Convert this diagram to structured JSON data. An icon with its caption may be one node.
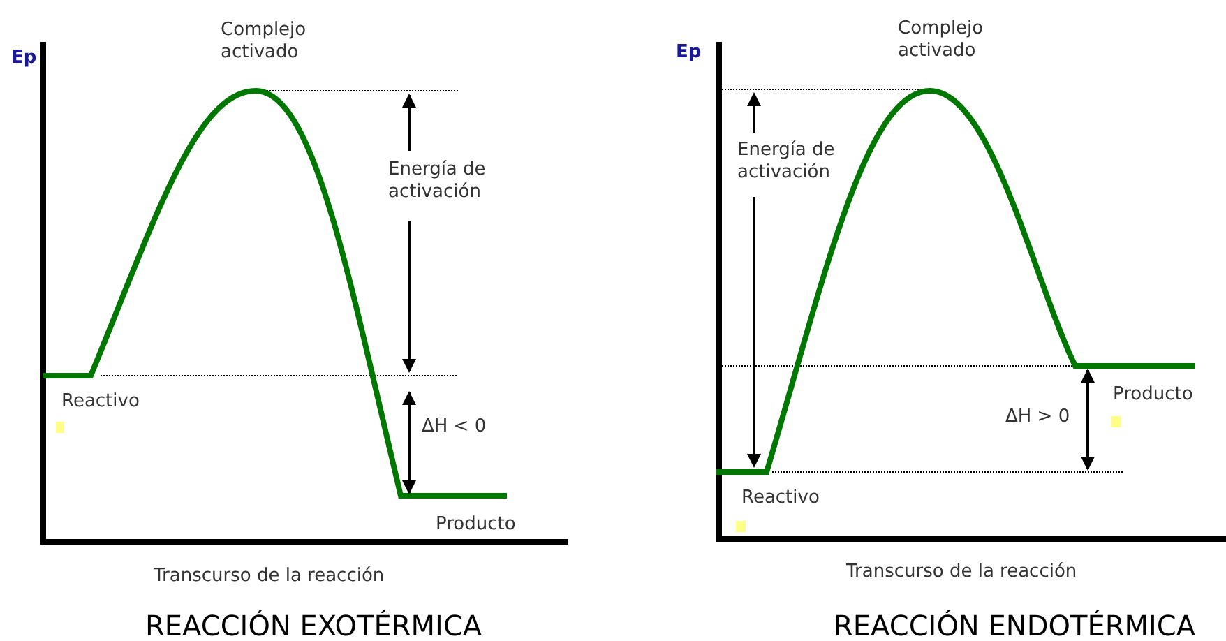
{
  "diagram": {
    "labels": [
      "Ep",
      "Complejo activado",
      "Energía de activación",
      "Reactivo",
      "ΔH < 0",
      "Producto",
      "Transcurso de la reacción",
      "REACCIÓN EXOTÉRMICA",
      "Ep",
      "Complejo activado",
      "Energía de activación",
      "ΔH > 0",
      "Producto",
      "Reactivo",
      "Transcurso de la reacción",
      "REACCIÓN ENDOTÉRMICA"
    ]
  }
}
